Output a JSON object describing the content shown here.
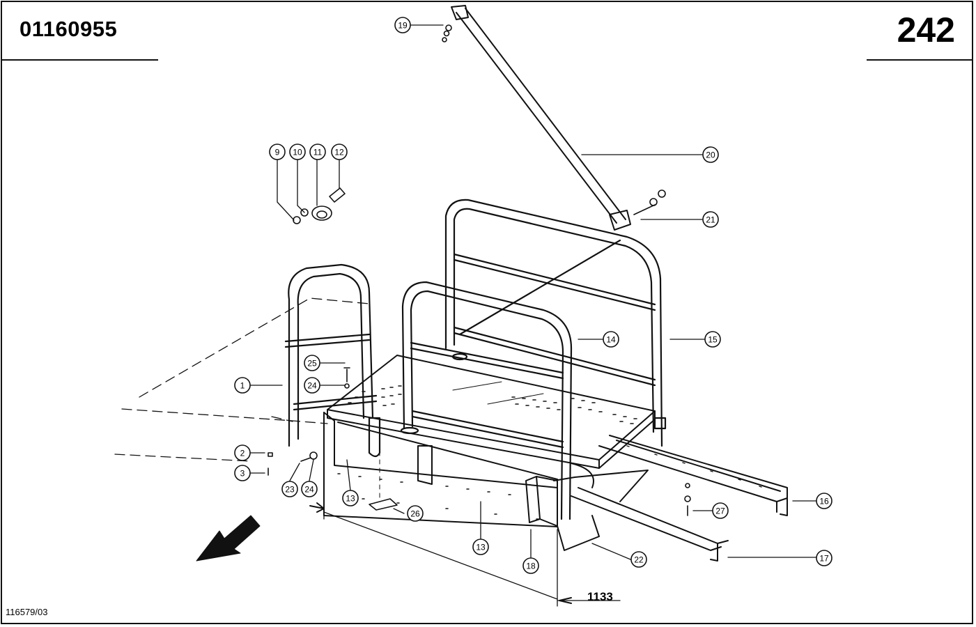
{
  "header": {
    "doc_number": "01160955",
    "page_number": "242"
  },
  "footer": {
    "ref_code": "116579/03"
  },
  "dimension": {
    "value": "1133"
  },
  "callouts": [
    {
      "id": "c1",
      "label": "1"
    },
    {
      "id": "c2",
      "label": "2"
    },
    {
      "id": "c3",
      "label": "3"
    },
    {
      "id": "c9",
      "label": "9"
    },
    {
      "id": "c10",
      "label": "10"
    },
    {
      "id": "c11",
      "label": "11"
    },
    {
      "id": "c12",
      "label": "12"
    },
    {
      "id": "c13a",
      "label": "13"
    },
    {
      "id": "c13b",
      "label": "13"
    },
    {
      "id": "c14",
      "label": "14"
    },
    {
      "id": "c15",
      "label": "15"
    },
    {
      "id": "c16",
      "label": "16"
    },
    {
      "id": "c17",
      "label": "17"
    },
    {
      "id": "c18",
      "label": "18"
    },
    {
      "id": "c19",
      "label": "19"
    },
    {
      "id": "c20",
      "label": "20"
    },
    {
      "id": "c21",
      "label": "21"
    },
    {
      "id": "c22",
      "label": "22"
    },
    {
      "id": "c23",
      "label": "23"
    },
    {
      "id": "c24a",
      "label": "24"
    },
    {
      "id": "c24b",
      "label": "24"
    },
    {
      "id": "c25",
      "label": "25"
    },
    {
      "id": "c26",
      "label": "26"
    },
    {
      "id": "c27",
      "label": "27"
    }
  ]
}
